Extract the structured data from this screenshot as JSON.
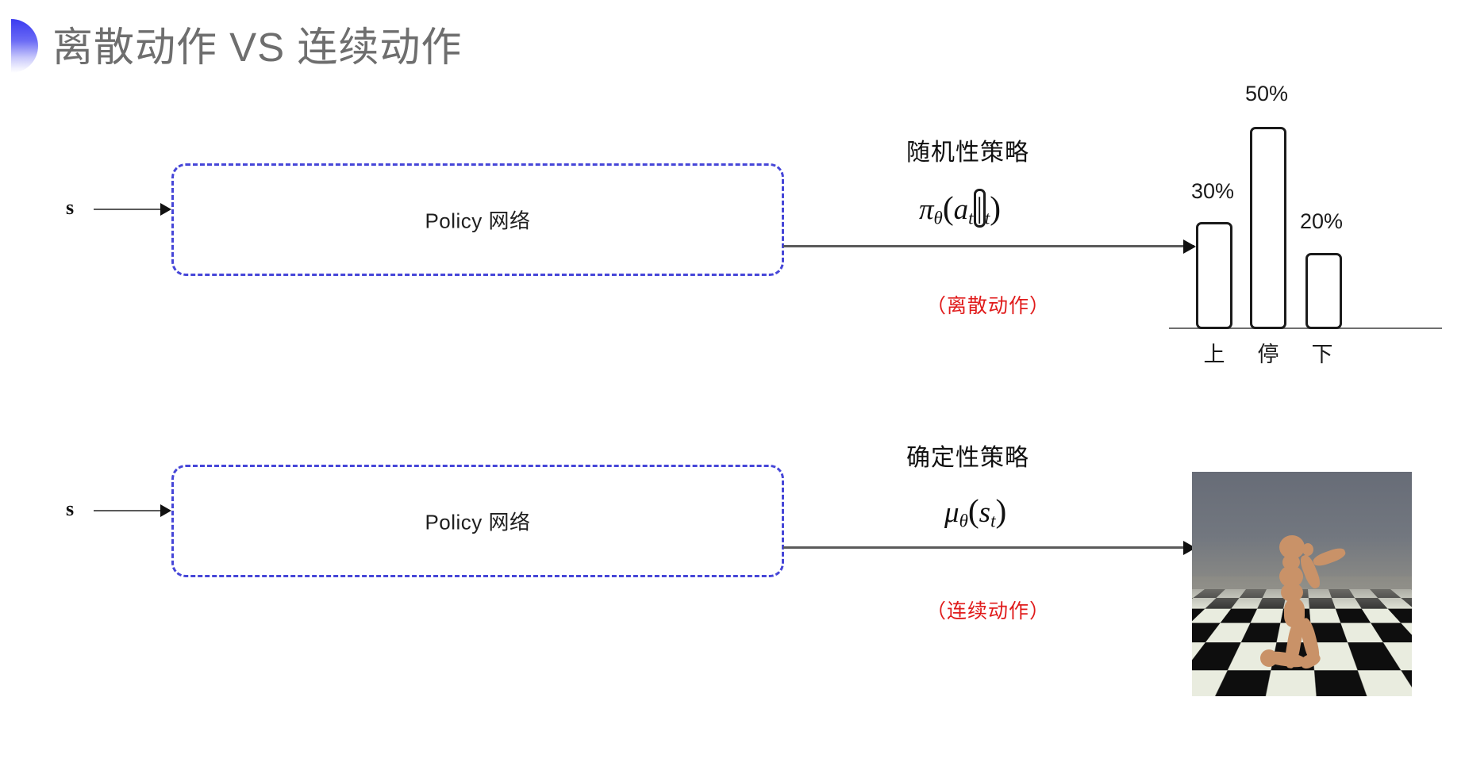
{
  "slide": {
    "title": "离散动作 VS 连续动作",
    "bullet_icon": "half-circle-bullet",
    "background_color": "#ffffff",
    "title_color": "#6e6e6e",
    "accent_color": "#4646d8",
    "note_color": "#e01b1b"
  },
  "rows": [
    {
      "id": "discrete",
      "input_label": "s",
      "box_label": "Policy 网络",
      "policy_kind": "随机性策略",
      "formula_parts": {
        "symbol": "π",
        "theta": "θ",
        "open": "(",
        "action": "a",
        "action_sub": "t",
        "bar": "|",
        "state": "s",
        "state_sub": "t",
        "close": ")"
      },
      "formula_text": "πθ(at|st)",
      "red_note": "（离散动作）",
      "output_kind": "bar-chart"
    },
    {
      "id": "continuous",
      "input_label": "s",
      "box_label": "Policy 网络",
      "policy_kind": "确定性策略",
      "formula_parts": {
        "symbol": "μ",
        "theta": "θ",
        "open": "(",
        "state": "s",
        "state_sub": "t",
        "close": ")"
      },
      "formula_text": "μθ(st)",
      "red_note": "（连续动作）",
      "output_kind": "humanoid-simulation"
    }
  ],
  "chart_data": {
    "type": "bar",
    "title": "",
    "categories": [
      "上",
      "停",
      "下"
    ],
    "values": [
      30,
      50,
      20
    ],
    "value_labels": [
      "30%",
      "50%",
      "20%"
    ],
    "ylabel": "",
    "xlabel": "",
    "ylim": [
      0,
      55
    ],
    "grid": false,
    "legend": null,
    "bar_style": {
      "fill": "#ffffff",
      "stroke": "#1b1b1b",
      "rounded": true
    }
  },
  "simulation": {
    "name": "humanoid-mujoco-frame",
    "description": "3D humanoid figure on checkerboard floor"
  }
}
